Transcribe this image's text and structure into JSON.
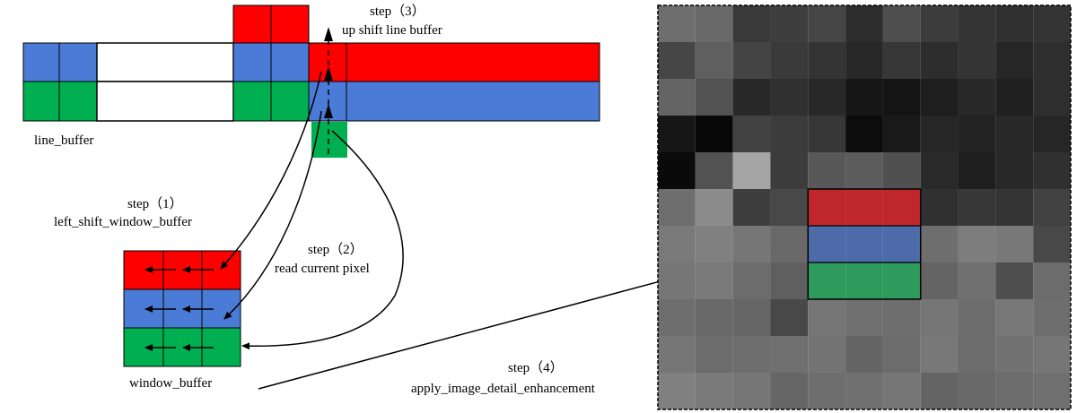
{
  "labels": {
    "line_buffer": "line_buffer",
    "window_buffer": "window_buffer",
    "step1_title": "step（1）",
    "step1_desc": "left_shift_window_buffer",
    "step2_title": "step（2）",
    "step2_desc": "read current pixel",
    "step3_title": "step（3）",
    "step3_desc": "up shift  line  buffer",
    "step4_title": "step（4）",
    "step4_desc": "apply_image_detail_enhancement"
  },
  "colors": {
    "red": "#ff0000",
    "blue": "#4a7bd6",
    "green": "#00b050",
    "highlight_red": "#c0272d",
    "highlight_blue": "#4c6ba8",
    "highlight_green": "#2e9a5c"
  },
  "image_grid": {
    "rows": 11,
    "cols": 11,
    "gray_levels": [
      [
        110,
        105,
        58,
        62,
        70,
        45,
        78,
        60,
        52,
        48,
        52
      ],
      [
        70,
        95,
        68,
        58,
        52,
        40,
        55,
        45,
        52,
        38,
        46
      ],
      [
        100,
        82,
        40,
        48,
        40,
        22,
        20,
        30,
        40,
        32,
        46
      ],
      [
        22,
        8,
        66,
        60,
        55,
        12,
        25,
        38,
        35,
        40,
        38
      ],
      [
        10,
        82,
        165,
        60,
        88,
        92,
        80,
        42,
        30,
        40,
        48
      ],
      [
        110,
        140,
        62,
        72,
        0,
        0,
        0,
        48,
        55,
        52,
        66
      ],
      [
        122,
        128,
        118,
        105,
        0,
        0,
        0,
        110,
        125,
        120,
        72
      ],
      [
        118,
        122,
        108,
        95,
        0,
        0,
        0,
        100,
        112,
        78,
        108
      ],
      [
        110,
        105,
        102,
        72,
        118,
        112,
        110,
        118,
        108,
        120,
        110
      ],
      [
        118,
        108,
        110,
        112,
        115,
        100,
        108,
        120,
        108,
        114,
        118
      ],
      [
        128,
        122,
        118,
        102,
        110,
        112,
        118,
        100,
        105,
        108,
        112
      ]
    ],
    "window_rows": [
      5,
      6,
      7
    ],
    "window_cols": [
      4,
      5,
      6
    ]
  }
}
